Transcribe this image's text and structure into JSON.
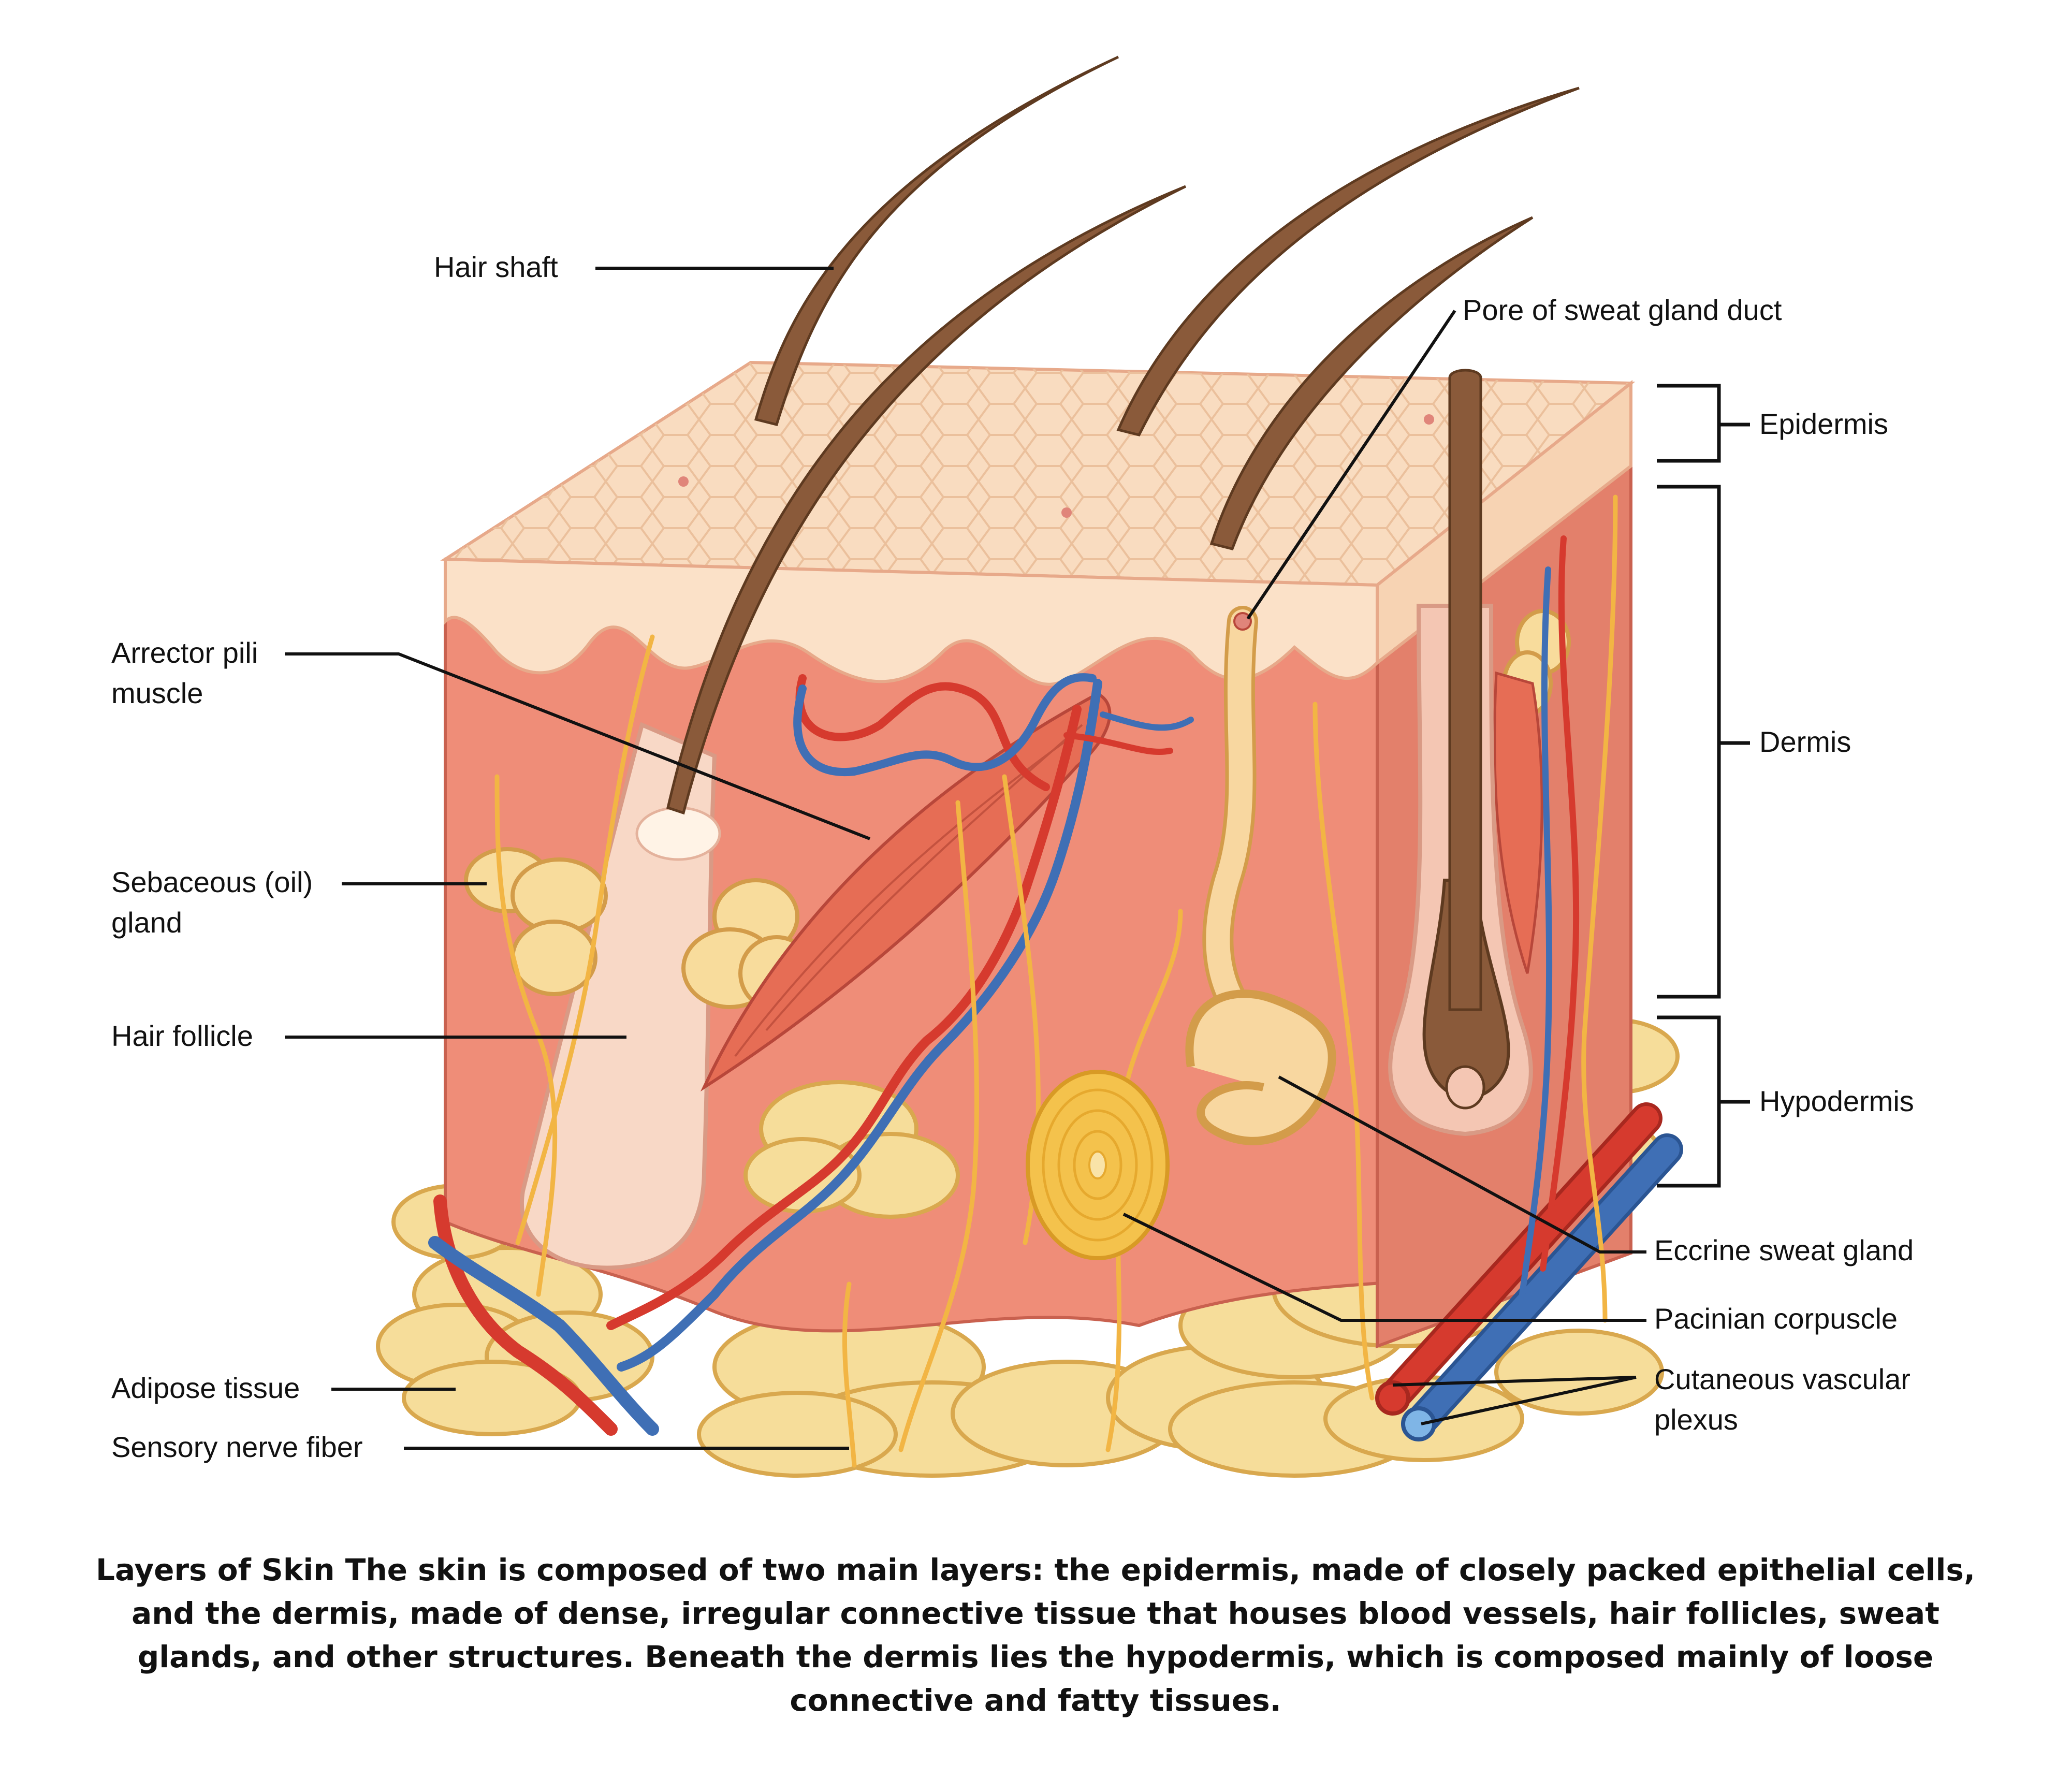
{
  "labels": {
    "hair_shaft": "Hair shaft",
    "pore": "Pore of sweat gland duct",
    "epidermis": "Epidermis",
    "dermis": "Dermis",
    "hypodermis": "Hypodermis",
    "arrector_1": "Arrector pili",
    "arrector_2": "muscle",
    "sebaceous_1": "Sebaceous (oil)",
    "sebaceous_2": "gland",
    "hair_follicle": "Hair follicle",
    "eccrine": "Eccrine sweat gland",
    "pacinian": "Pacinian corpuscle",
    "cutaneous_1": "Cutaneous vascular",
    "cutaneous_2": "plexus",
    "adipose": "Adipose tissue",
    "sensory": "Sensory nerve fiber"
  },
  "caption": "Layers of Skin The skin is composed of two main layers: the epidermis, made of closely packed epithelial cells, and the dermis, made of dense, irregular connective tissue that houses blood vessels, hair follicles, sweat glands, and other structures. Beneath the dermis lies the hypodermis, which is composed mainly of loose connective and fatty tissues.",
  "colors": {
    "epidermis": "#f9dcc0",
    "dermis": "#ef8d78",
    "hair": "#8a5a3a",
    "fat": "#f6dd9a",
    "artery": "#d63a2e",
    "vein": "#3f6fb5",
    "nerve": "#f2b544"
  }
}
